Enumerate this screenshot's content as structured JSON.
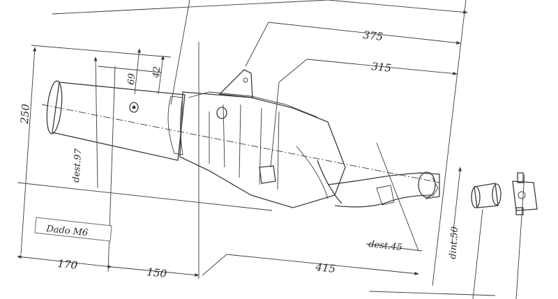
{
  "dimensions": {
    "d375": "375",
    "d315": "315",
    "d250": "250",
    "d69": "69",
    "d42": "42",
    "d170": "170",
    "d150": "150",
    "d415": "415",
    "dest97": "dest.97",
    "dest45": "dest.45",
    "dint50": "dint.50"
  },
  "label_box": {
    "text": "Dado M6"
  },
  "colors": {
    "ink": "#3a3a3a",
    "paper": "#ffffff"
  }
}
